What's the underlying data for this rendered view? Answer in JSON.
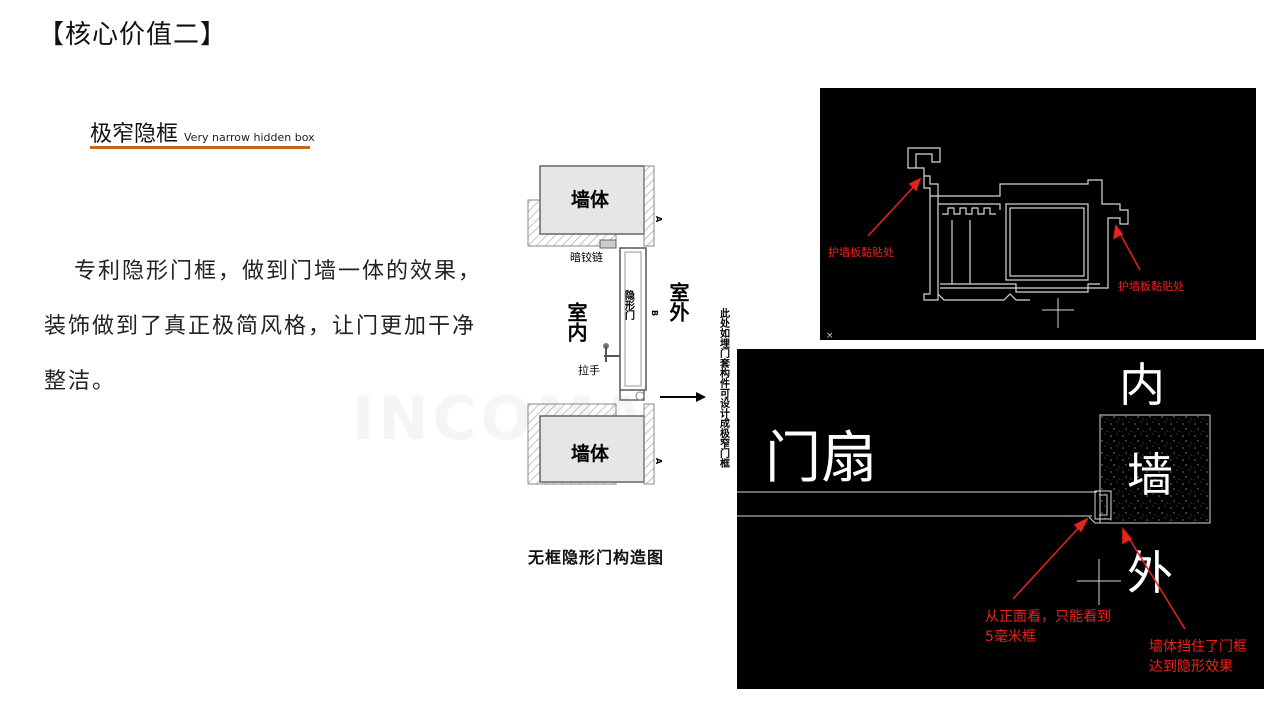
{
  "header": {
    "title": "【核心价值二】"
  },
  "section": {
    "title": "极窄隐框",
    "subtitle": "Very narrow hidden box"
  },
  "description": "专利隐形门框，做到门墙一体的效果，装饰做到了真正极简风格，让门更加干净整洁。",
  "watermark": "INCOMA",
  "door_diagram": {
    "wall_top": "墙体",
    "wall_bottom": "墙体",
    "hidden_hinge": "暗铰链",
    "indoor": "室内",
    "outdoor": "室外",
    "door_label": "隐形门",
    "handle": "拉手",
    "marker_a": "A",
    "marker_b": "B",
    "side_note": "此处如埋门套构件可设计成极窄门框",
    "caption": "无框隐形门构造图"
  },
  "cad_top": {
    "label_left": "护墙板黏贴处",
    "label_right": "护墙板黏贴处",
    "corner_mark": "×"
  },
  "cad_bottom": {
    "door_leaf": "门扇",
    "inner": "内",
    "wall": "墙",
    "outer": "外",
    "note_front_1": "从正面看，只能看到",
    "note_front_2": "5毫米框",
    "note_wall_1": "墙体挡住了门框",
    "note_wall_2": "达到隐形效果"
  },
  "colors": {
    "accent": "#c0671a",
    "annotation_red": "#e8231e",
    "cad_line": "#d8d8d8"
  }
}
